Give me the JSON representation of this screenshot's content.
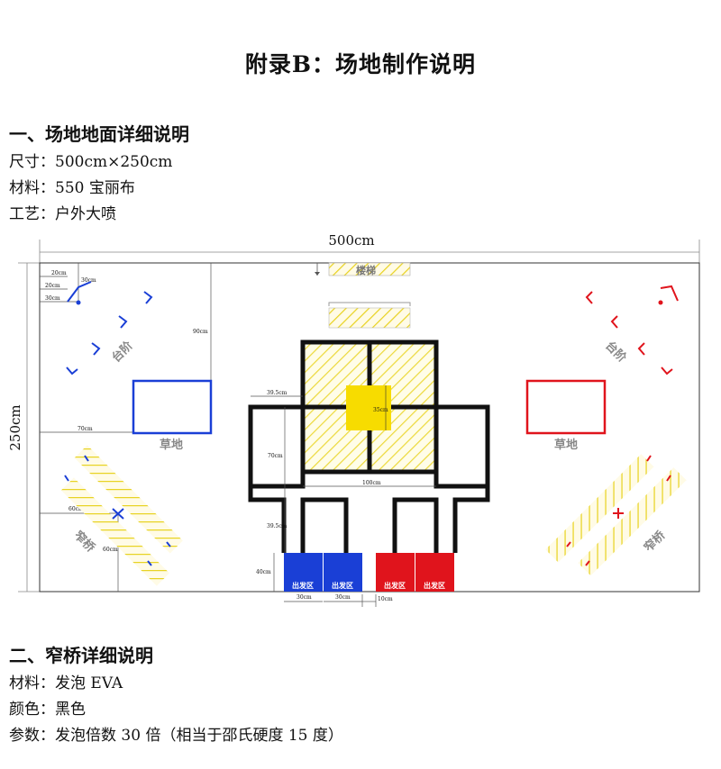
{
  "title": "附录B：场地制作说明",
  "section1": {
    "heading": "一、场地地面详细说明",
    "lines": [
      "尺寸：500cm×250cm",
      "材料：550 宝丽布",
      "工艺：户外大喷"
    ]
  },
  "diagram": {
    "width_label": "500cm",
    "height_label": "250cm",
    "labels": {
      "ladder": "楼梯",
      "step_left": "台阶",
      "step_right": "台阶",
      "grass_left": "草地",
      "grass_right": "草地",
      "bridge_left": "窄桥",
      "bridge_right": "窄桥",
      "start": "出发区"
    },
    "dims": {
      "d20a": "20cm",
      "d20b": "20cm",
      "d30a": "30cm",
      "d30b": "30cm",
      "d90": "90cm",
      "d70a": "70cm",
      "d39a": "39.5cm",
      "d35": "35cm",
      "d70b": "70cm",
      "d100": "100cm",
      "d39b": "39.5cm",
      "d40": "40cm",
      "d30c": "30cm",
      "d30d": "30cm",
      "d10": "10cm",
      "d60a": "60cm",
      "d60b": "60cm"
    },
    "colors": {
      "blue": "#1a3fd6",
      "red": "#e0141c",
      "yellow": "#f5e23a",
      "black": "#111111"
    }
  },
  "section2": {
    "heading": "二、窄桥详细说明",
    "lines": [
      "材料：发泡 EVA",
      "颜色：黑色",
      "参数：发泡倍数 30 倍（相当于邵氏硬度 15 度）"
    ]
  }
}
